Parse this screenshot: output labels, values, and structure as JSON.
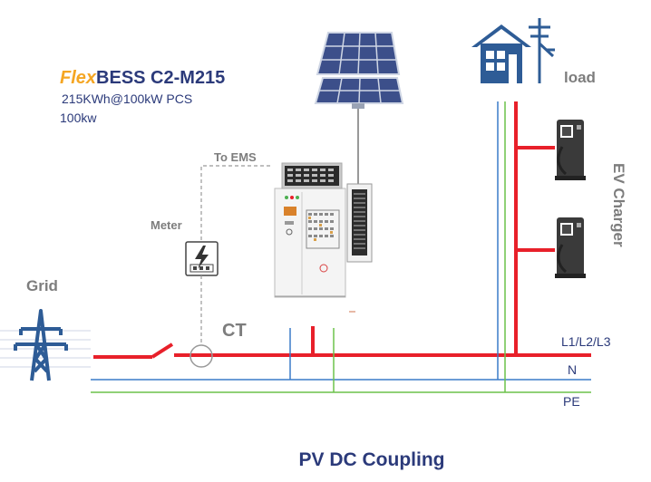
{
  "product": {
    "brand_italic": "Flex",
    "model": "BESS C2-M215",
    "spec_line1": "215KWh@100kW PCS",
    "spec_line2": "100kw"
  },
  "labels": {
    "to_ems": "To EMS",
    "meter": "Meter",
    "grid": "Grid",
    "ct": "CT",
    "load": "load",
    "ev_charger": "EV Charger",
    "l1l2l3": "L1/L2/L3",
    "n": "N",
    "pe": "PE"
  },
  "footer": {
    "title": "PV DC Coupling"
  },
  "colors": {
    "brand_orange": "#f5a623",
    "title_navy": "#2b3a7a",
    "phase_red": "#e8202a",
    "neutral_blue": "#3a7bc8",
    "pe_green": "#6cc24a",
    "icon_blue": "#2e5c96",
    "gray_text": "#7d7d7d"
  },
  "icons": [
    "solar-panel-icon",
    "house-icon",
    "utility-pole-icon",
    "transmission-tower-icon",
    "meter-icon",
    "ev-charger-icon",
    "bess-cabinet-icon",
    "pv-combiner-icon",
    "switch-icon",
    "ct-icon"
  ]
}
